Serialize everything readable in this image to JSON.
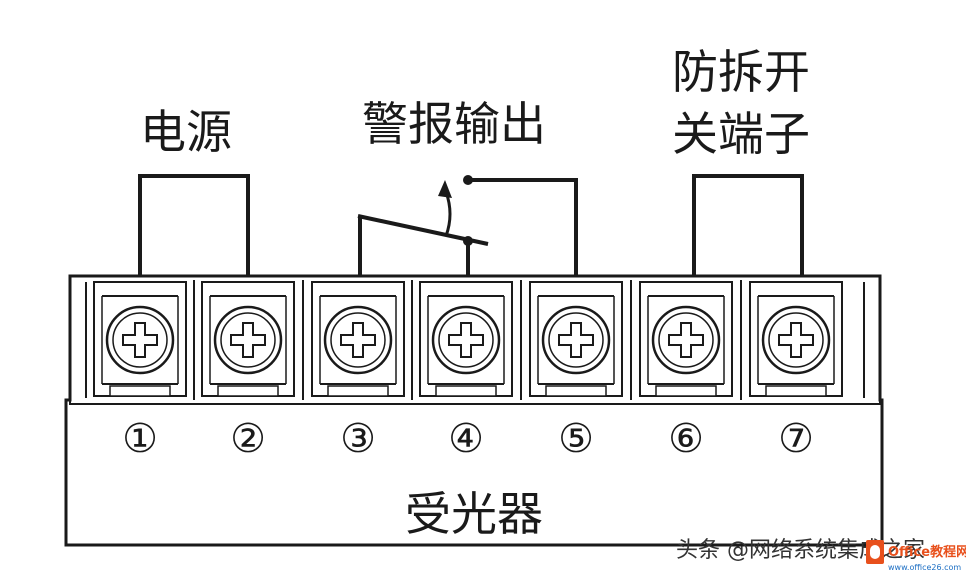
{
  "labels": {
    "power": "电源",
    "alarm_output": "警报输出",
    "tamper_line1": "防拆开",
    "tamper_line2": "关端子",
    "receiver": "受光器"
  },
  "terminals": [
    "①",
    "②",
    "③",
    "④",
    "⑤",
    "⑥",
    "⑦"
  ],
  "watermark": {
    "text": "头条 @网络系统集成之家",
    "logo_text": "Office教程网",
    "logo_url_text": "www.office26.com"
  },
  "colors": {
    "line": "#1a1a1a",
    "screw_fill": "#ffffff",
    "logo_orange": "#e8501c",
    "logo_blue": "#1d6fc4",
    "watermark_text": "#333333"
  }
}
